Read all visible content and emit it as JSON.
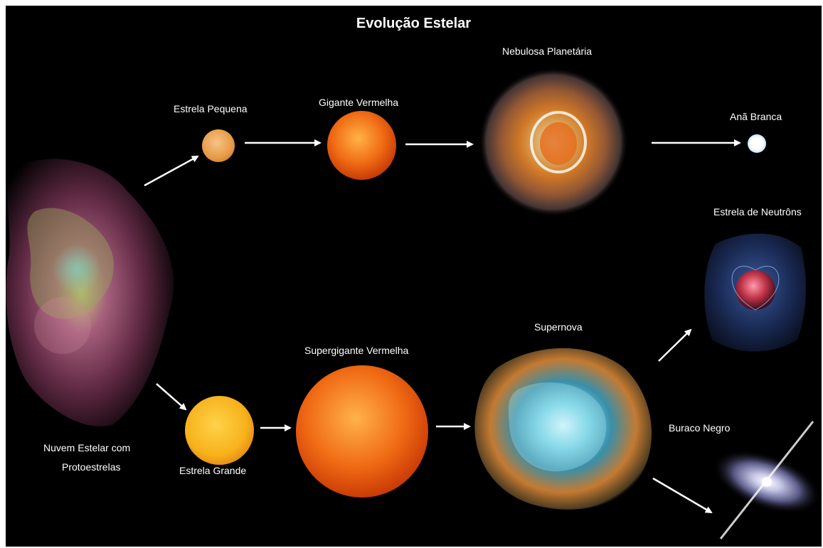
{
  "title": "Evolução Estelar",
  "stages": {
    "nebula": "Nuvem Estelar com",
    "nebula_line2": "Protoestrelas",
    "small_star": "Estrela Pequena",
    "red_giant": "Gigante Vermelha",
    "planetary_nebula": "Nebulosa Planetária",
    "white_dwarf": "Anã Branca",
    "large_star": "Estrela Grande",
    "red_supergiant": "Supergigante Vermelha",
    "supernova": "Supernova",
    "neutron_star": "Estrela de Neutrôns",
    "black_hole": "Buraco Negro"
  },
  "colors": {
    "background": "#000000",
    "text": "#ffffff",
    "arrow": "#ffffff"
  }
}
